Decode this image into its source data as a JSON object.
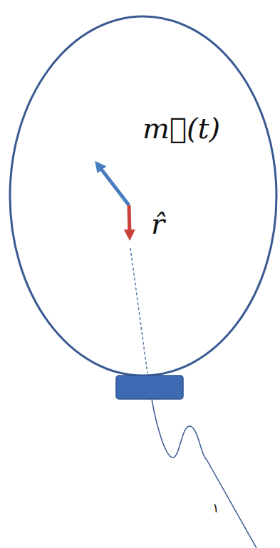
{
  "diagram": {
    "labels": [
      "m⃗(t)",
      "r̂",
      "١"
    ]
  }
}
